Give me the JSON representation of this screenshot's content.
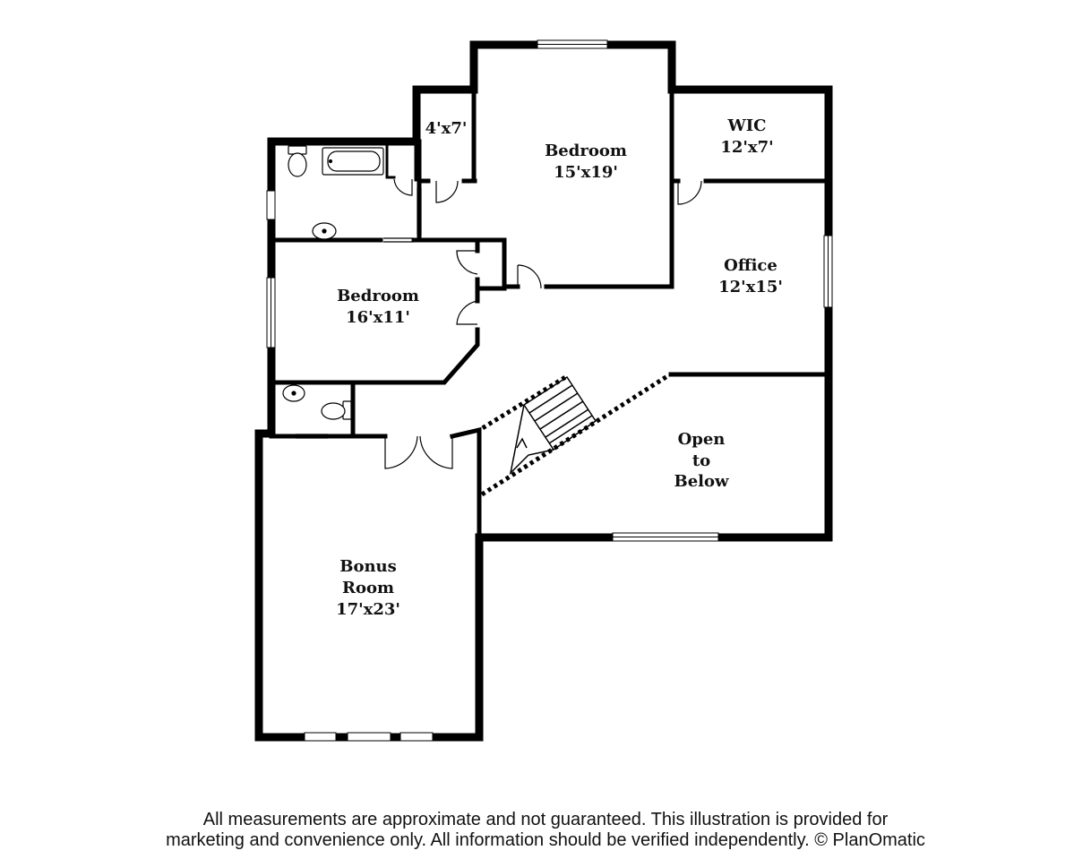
{
  "colors": {
    "wall": "#000000",
    "background": "#ffffff",
    "text": "#111111"
  },
  "rooms": {
    "closet": {
      "dims": "4'x7'"
    },
    "bedroom_main": {
      "name": "Bedroom",
      "dims": "15'x19'"
    },
    "wic": {
      "name": "WIC",
      "dims": "12'x7'"
    },
    "office": {
      "name": "Office",
      "dims": "12'x15'"
    },
    "bedroom_2": {
      "name": "Bedroom",
      "dims": "16'x11'"
    },
    "open_below": {
      "line1": "Open",
      "line2": "to",
      "line3": "Below"
    },
    "bonus": {
      "line1": "Bonus",
      "line2": "Room",
      "dims": "17'x23'"
    }
  },
  "icons": [
    "toilet-icon",
    "bathtub-icon",
    "sink-icon",
    "stairs-icon"
  ],
  "disclaimer": {
    "line1": "All measurements are approximate and not guaranteed. This illustration is provided for",
    "line2": "marketing and convenience only. All information should be verified independently. © PlanOmatic"
  }
}
